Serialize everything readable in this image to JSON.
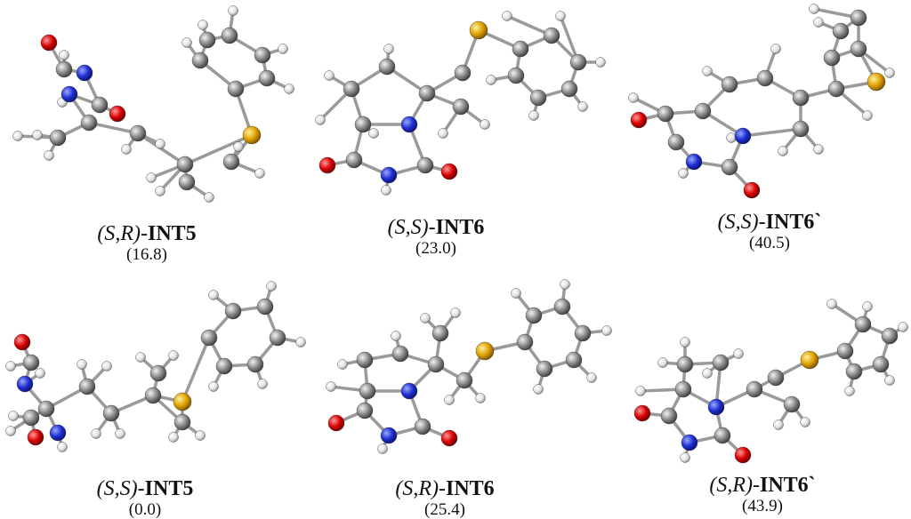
{
  "structures": [
    {
      "id": "SR-INT5",
      "stereo": "(S,R)",
      "name": "INT5",
      "energy": "(16.8)"
    },
    {
      "id": "SS-INT6",
      "stereo": "(S,S)",
      "name": "INT6",
      "energy": "(23.0)"
    },
    {
      "id": "SS-INT6p",
      "stereo": "(S,S)",
      "name": "INT6`",
      "energy": "(40.5)"
    },
    {
      "id": "SS-INT5",
      "stereo": "(S,S)",
      "name": "INT5",
      "energy": "(0.0)"
    },
    {
      "id": "SR-INT6",
      "stereo": "(S,R)",
      "name": "INT6",
      "energy": "(25.4)"
    },
    {
      "id": "SR-INT6p",
      "stereo": "(S,R)",
      "name": "INT6`",
      "energy": "(43.9)"
    }
  ],
  "atom_colors": {
    "carbon": "#8a8a8a",
    "hydrogen": "#e8e8e8",
    "nitrogen": "#1f2fd0",
    "oxygen": "#d80000",
    "sulfur": "#e0a000"
  }
}
